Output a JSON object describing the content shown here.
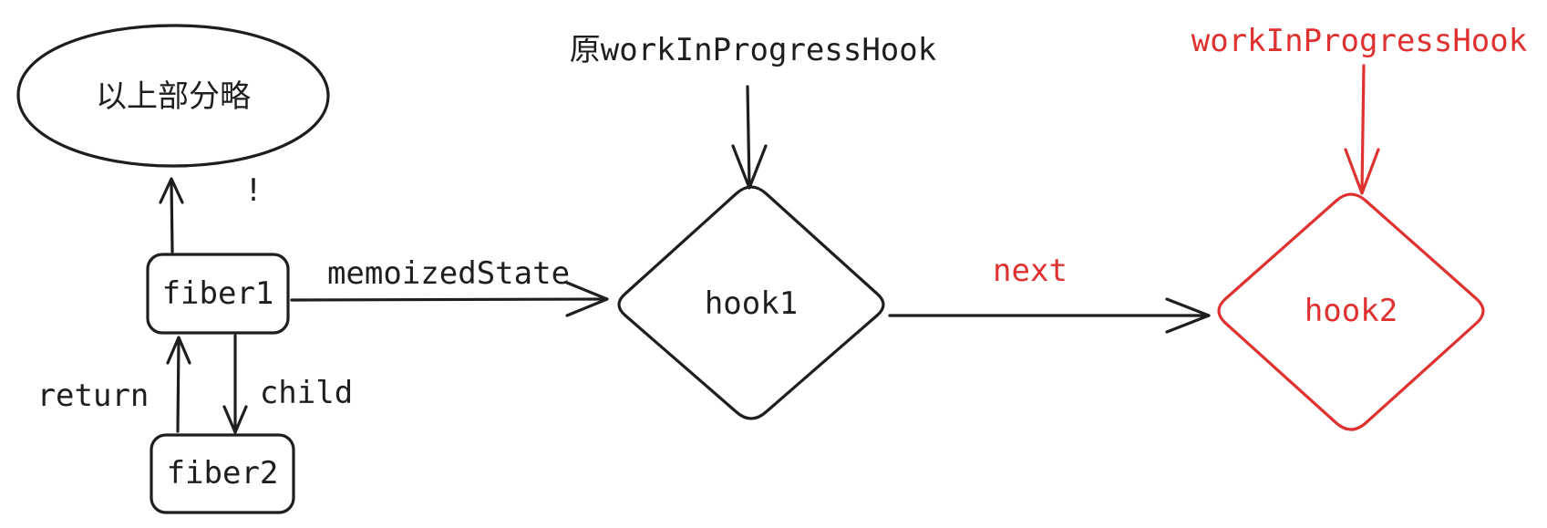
{
  "nodes": {
    "ellipse_label": "以上部分略",
    "fiber1": "fiber1",
    "fiber2": "fiber2",
    "hook1": "hook1",
    "hook2": "hook2"
  },
  "edges": {
    "memoized_state": "memoizedState",
    "next": "next",
    "return": "return",
    "child": "child"
  },
  "pointers": {
    "old_wip_hook": "原workInProgressHook",
    "wip_hook": "workInProgressHook"
  },
  "stray_mark": "!",
  "colors": {
    "ink": "#1e1e1e",
    "highlight": "#e03131"
  }
}
